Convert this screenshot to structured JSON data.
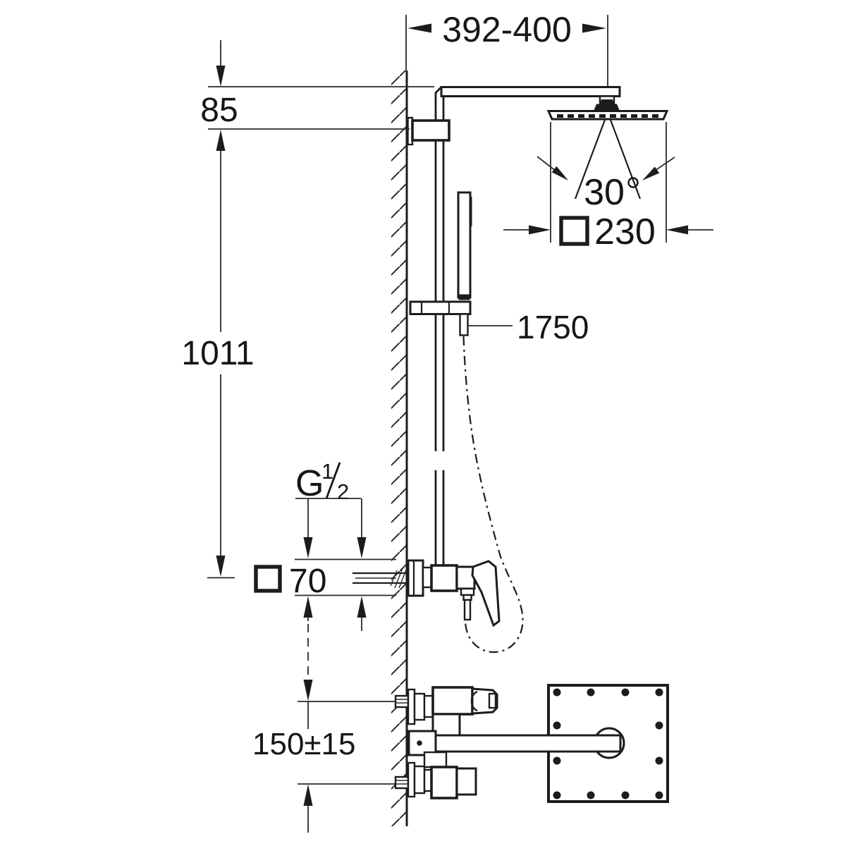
{
  "canvas": {
    "background": "#ffffff",
    "ink": "#1c1c1c"
  },
  "drawing": {
    "kind": "shower-system-installation-diagram",
    "dimensions": {
      "arm_reach": "392-400",
      "arm_to_holder": "85",
      "holder_to_supply": "1011",
      "spray_angle": "30",
      "spray_angle_unit": "°",
      "head_size": "230",
      "hose_length": "1750",
      "escutcheon_size": "70",
      "supply_spacing": "150±15",
      "thread": {
        "prefix": "G",
        "numerator": "1",
        "denominator": "2"
      }
    },
    "symbols": {
      "head_size_prefix": "square-symbol",
      "escutcheon_size_prefix": "square-symbol",
      "angle_suffix": "degree-symbol"
    }
  }
}
